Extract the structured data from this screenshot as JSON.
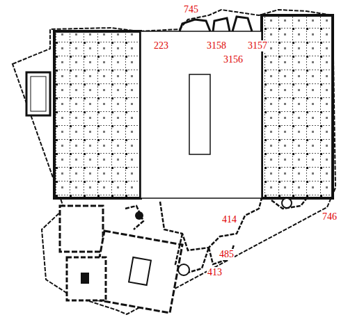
{
  "diagram": {
    "labels": [
      "745",
      "223",
      "3158",
      "3157",
      "3156",
      "414",
      "746",
      "485",
      "413"
    ]
  }
}
